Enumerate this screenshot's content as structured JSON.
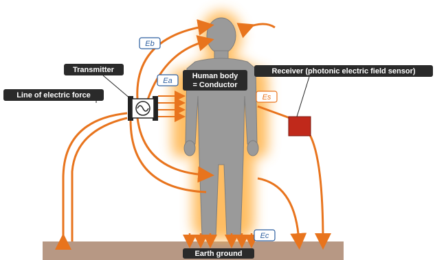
{
  "labels": {
    "transmitter": "Transmitter",
    "line_of_force": "Line of electric force",
    "human_body_line1": "Human body",
    "human_body_line2": "= Conductor",
    "receiver": "Receiver (photonic electric field sensor)",
    "earth_ground": "Earth ground"
  },
  "fields": {
    "eb": "Eb",
    "ea": "Ea",
    "es": "Es",
    "ec": "Ec"
  },
  "colors": {
    "field_line": "#e8741d",
    "glow": "#ffb247",
    "body": "#9a9a9a",
    "ground": "#b79884",
    "receiver": "#c0291b",
    "label_bg": "#2a2a2a",
    "field_label_border": "#2a5d9f"
  }
}
